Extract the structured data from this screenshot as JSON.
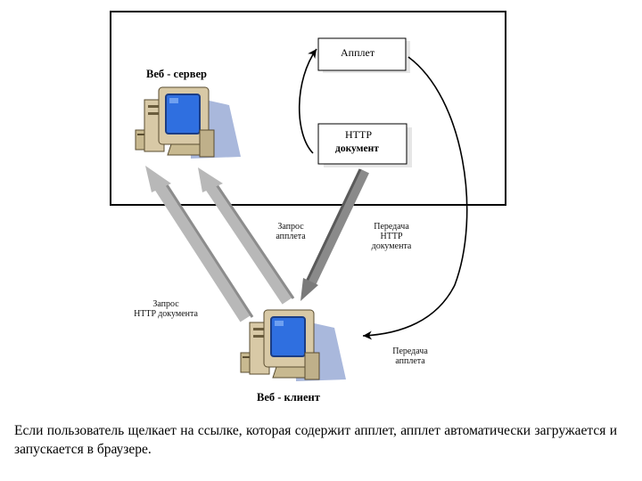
{
  "diagram": {
    "server_label": "Веб - сервер",
    "client_label": "Веб - клиент",
    "applet_box": {
      "label": "Апплет"
    },
    "http_box": {
      "line1": "HTTP",
      "line2": "документ"
    },
    "edge_labels": {
      "request_applet": [
        "Запрос",
        "апплета"
      ],
      "transfer_http": [
        "Передача",
        "HTTP",
        "документа"
      ],
      "request_http": [
        "Запрос",
        "HTTP документа"
      ],
      "transfer_applet": [
        "Передача",
        "апплета"
      ]
    },
    "colors": {
      "arrow_light": "#b8b8b8",
      "arrow_dark": "#7a7a7a",
      "monitor_screen": "#2f6fe0",
      "computer_body": "#d8c9a6",
      "shadow": "#a9b8dc"
    },
    "icons": [
      "computer-icon",
      "computer-icon"
    ]
  },
  "caption": "Если пользователь щелкает на ссылке, которая содержит апплет, апплет автоматически загружается и запускается в браузере."
}
